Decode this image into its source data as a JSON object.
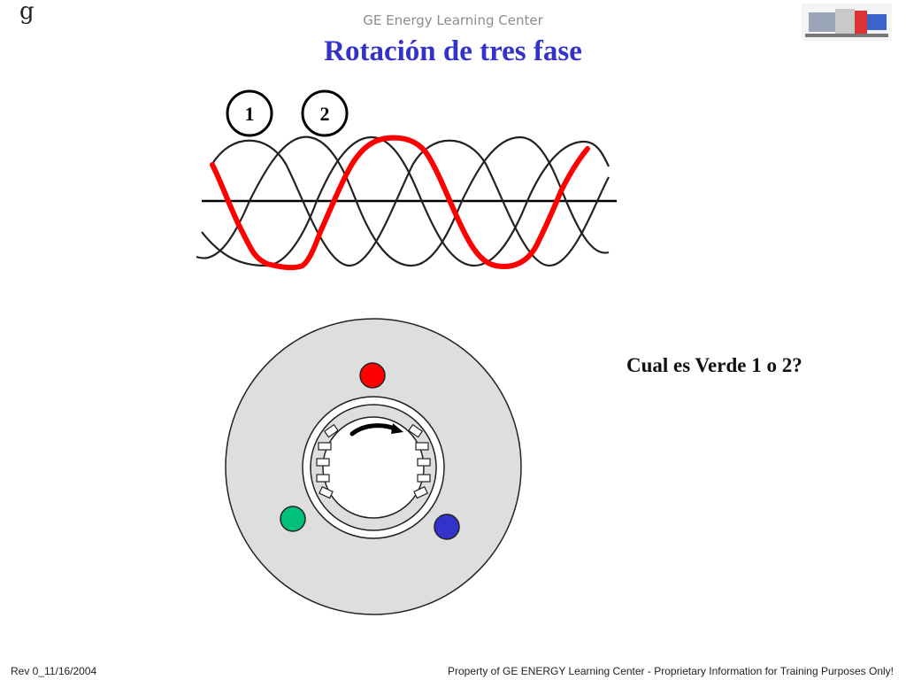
{
  "logo": {
    "text": "g"
  },
  "header": {
    "text": "GE Energy Learning Center"
  },
  "title": "Rotación de tres fase",
  "labels": {
    "one": "1",
    "two": "2"
  },
  "question": "Cual es Verde 1 o 2?",
  "footer": {
    "rev": "Rev 0_11/16/2004",
    "property": "Property of GE ENERGY Learning Center - Proprietary Information for Training Purposes Only!"
  },
  "colors": {
    "red": "#ff0000",
    "green": "#00c07a",
    "blue": "#3333cc",
    "disc": "#dedede",
    "title": "#3333cc"
  }
}
